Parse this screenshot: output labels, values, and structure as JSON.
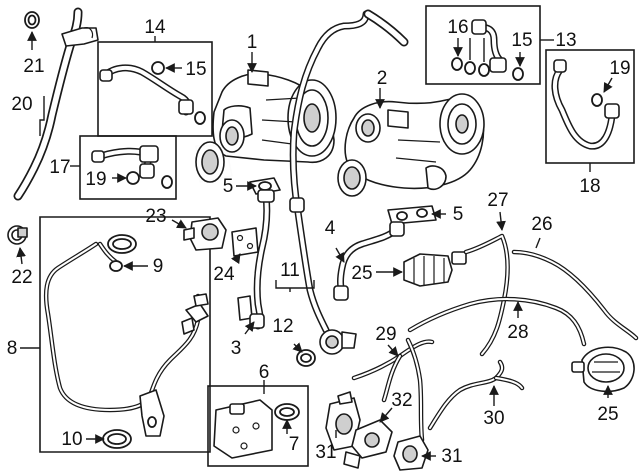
{
  "diagram": {
    "callouts": {
      "c1": "1",
      "c2": "2",
      "c3": "3",
      "c4": "4",
      "c5a": "5",
      "c5b": "5",
      "c6": "6",
      "c7": "7",
      "c8": "8",
      "c9": "9",
      "c10": "10",
      "c11": "11",
      "c12": "12",
      "c13": "13",
      "c14": "14",
      "c15a": "15",
      "c15b": "15",
      "c16": "16",
      "c17": "17",
      "c18": "18",
      "c19a": "19",
      "c19b": "19",
      "c20": "20",
      "c21": "21",
      "c22": "22",
      "c23": "23",
      "c24": "24",
      "c25a": "25",
      "c25b": "25",
      "c26": "26",
      "c27": "27",
      "c28": "28",
      "c29": "29",
      "c30": "30",
      "c31a": "31",
      "c31b": "31",
      "c32": "32"
    }
  }
}
